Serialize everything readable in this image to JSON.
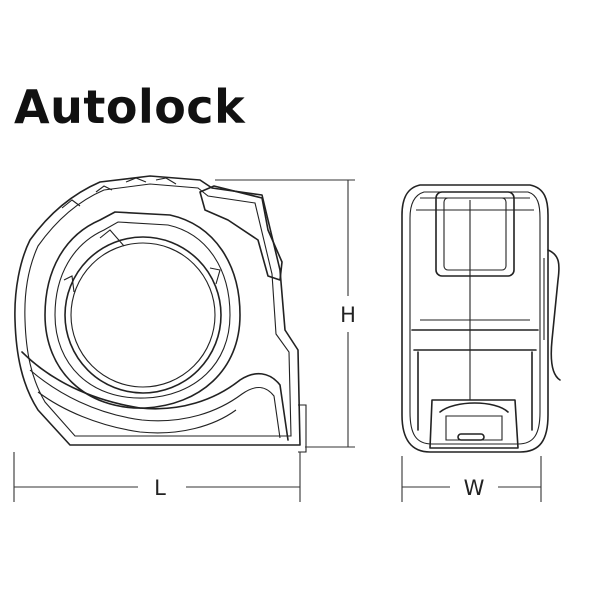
{
  "title": "Autolock",
  "dimensions": {
    "length_label": "L",
    "height_label": "H",
    "width_label": "W"
  },
  "colors": {
    "line": "#222222",
    "background": "#ffffff"
  }
}
